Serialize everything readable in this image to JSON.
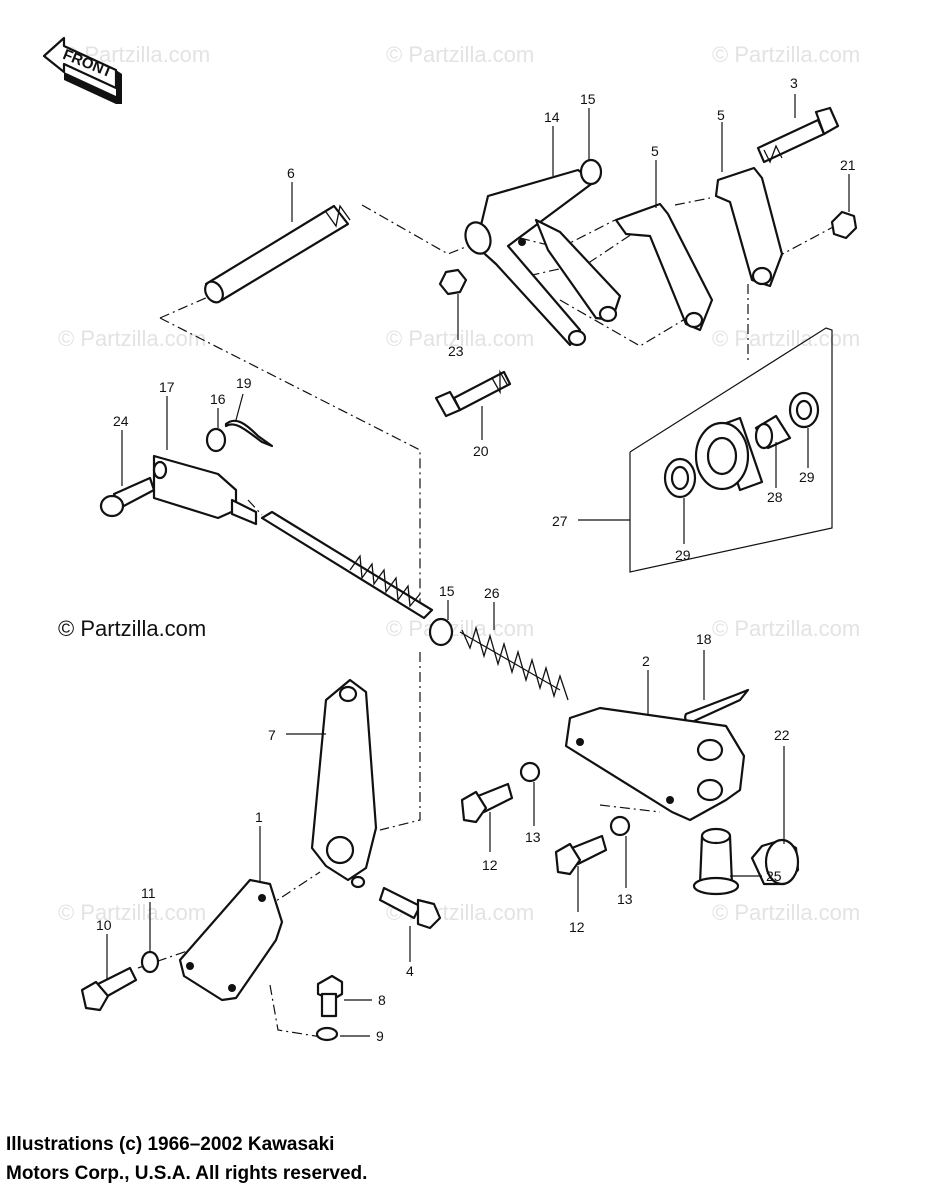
{
  "front_arrow_text": "FRONT",
  "watermarks": [
    "© Partzilla.com",
    "© Partzilla.com",
    "© Partzilla.com",
    "© Partzilla.com",
    "© Partzilla.com",
    "© Partzilla.com",
    "© Partzilla.com",
    "© Partzilla.com",
    "© Partzilla.com",
    "© Partzilla.com",
    "© Partzilla.com",
    "© Partzilla.com"
  ],
  "watermark_main": "© Partzilla.com",
  "callouts": [
    "15",
    "14",
    "5",
    "5",
    "3",
    "21",
    "6",
    "23",
    "20",
    "17",
    "16",
    "19",
    "24",
    "27",
    "28",
    "29",
    "29",
    "15",
    "26",
    "18",
    "2",
    "22",
    "7",
    "1",
    "11",
    "10",
    "12",
    "13",
    "12",
    "13",
    "25",
    "4",
    "8",
    "9"
  ],
  "footer": {
    "line1": "Illustrations (c) 1966–2002 Kawasaki",
    "line2": "Motors Corp., U.S.A.  All rights reserved."
  }
}
